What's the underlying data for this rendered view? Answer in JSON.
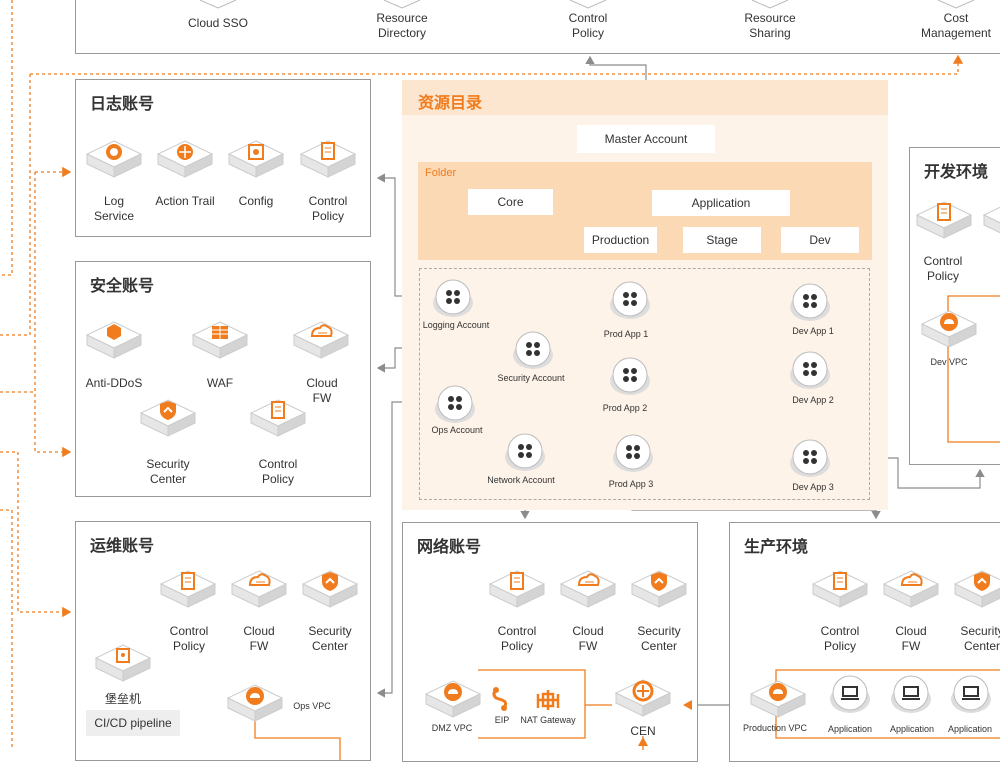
{
  "top_services": [
    "Cloud SSO",
    "Resource\nDirectory",
    "Control\nPolicy",
    "Resource\nSharing",
    "Cost\nManagement"
  ],
  "log_account": {
    "title": "日志账号",
    "items": [
      "Log\nService",
      "Action Trail",
      "Config",
      "Control\nPolicy"
    ]
  },
  "security_account": {
    "title": "安全账号",
    "items": [
      "Anti-DDoS",
      "WAF",
      "Cloud\nFW",
      "Security\nCenter",
      "Control\nPolicy"
    ]
  },
  "ops_account": {
    "title": "运维账号",
    "items": [
      "Control\nPolicy",
      "Cloud\nFW",
      "Security\nCenter"
    ],
    "bastion": "堡垒机",
    "cicd": "CI/CD pipeline",
    "vpc": "Ops VPC"
  },
  "resource_directory": {
    "title": "资源目录",
    "master": "Master Account",
    "folder_label": "Folder",
    "folders": {
      "core": "Core",
      "application": "Application",
      "production": "Production",
      "stage": "Stage",
      "dev": "Dev"
    },
    "accounts": {
      "logging": "Logging Account",
      "security": "Security Account",
      "ops": "Ops Account",
      "network": "Network Account",
      "prod1": "Prod App 1",
      "prod2": "Prod App 2",
      "prod3": "Prod App 3",
      "dev1": "Dev App 1",
      "dev2": "Dev App 2",
      "dev3": "Dev App 3"
    }
  },
  "network_account": {
    "title": "网络账号",
    "items": [
      "Control\nPolicy",
      "Cloud\nFW",
      "Security\nCenter"
    ],
    "dmz_vpc": "DMZ VPC",
    "eip": "EIP",
    "nat": "NAT Gateway",
    "cen": "CEN"
  },
  "prod_env": {
    "title": "生产环境",
    "items": [
      "Control\nPolicy",
      "Cloud\nFW",
      "Security\nCenter"
    ],
    "vpc": "Production VPC",
    "apps": [
      "Application",
      "Application",
      "Application"
    ]
  },
  "dev_env": {
    "title": "开发环境",
    "items": [
      "Control\nPolicy"
    ],
    "vpc": "Dev VPC"
  },
  "colors": {
    "orange": "#f07c1e",
    "light_orange": "#fde6cf",
    "folder_orange": "#fbd9b5",
    "gray_line": "#8c8c8c"
  }
}
